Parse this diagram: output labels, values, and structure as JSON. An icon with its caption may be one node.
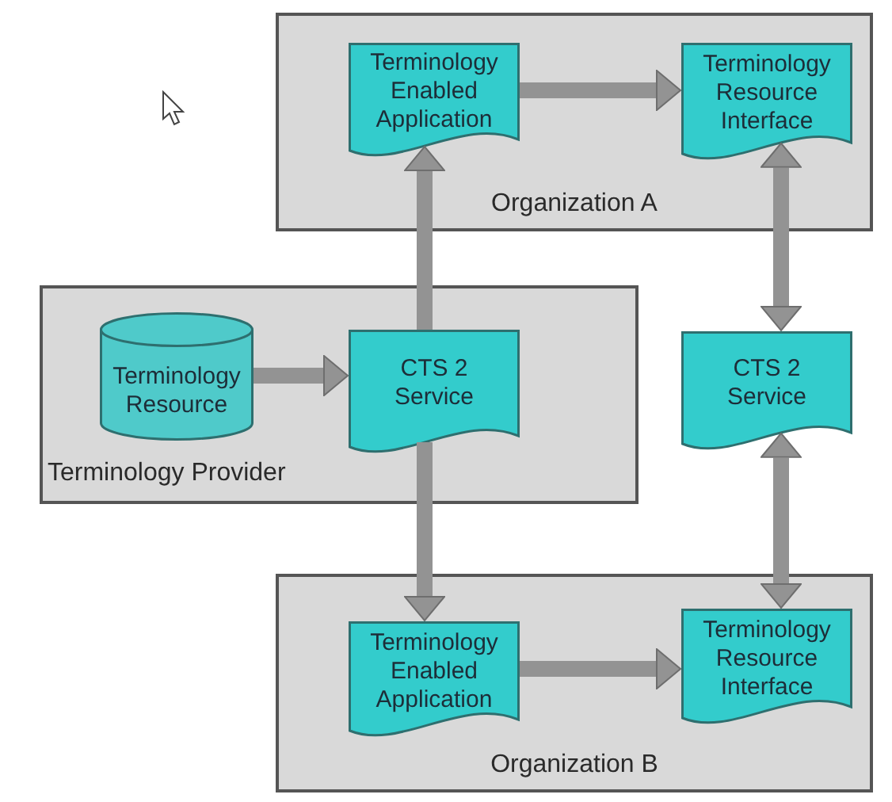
{
  "diagram": {
    "nodes": [
      {
        "text": [
          "Organization A"
        ]
      },
      {
        "text": [
          "Terminology Enabled Application"
        ],
        "in": 0
      },
      {
        "text": [
          "Terminology Resource Interface"
        ],
        "in": 0
      },
      {
        "text": [
          "Terminology Provider"
        ]
      },
      {
        "text": [
          "Terminology Resource"
        ],
        "in": 3
      },
      {
        "text": [
          "CTS 2 Service"
        ],
        "in": 3
      },
      {
        "text": [
          "CTS 2 Service"
        ]
      },
      {
        "text": [
          "Organization B"
        ]
      },
      {
        "text": [
          "Terminology Enabled Application"
        ],
        "in": 7
      },
      {
        "text": [
          "Terminology Resource Interface"
        ],
        "in": 7
      }
    ],
    "edges": [
      {
        "from": 1,
        "to": 2,
        "arrow": "to"
      },
      {
        "from": 4,
        "to": 5,
        "arrow": "to"
      },
      {
        "from": 5,
        "to": 1,
        "arrow": "to"
      },
      {
        "from": 5,
        "to": 8,
        "arrow": "to"
      },
      {
        "from": 6,
        "to": 2,
        "arrow": "both"
      },
      {
        "from": 6,
        "to": 9,
        "arrow": "both"
      },
      {
        "from": 8,
        "to": 9,
        "arrow": "to"
      }
    ]
  }
}
